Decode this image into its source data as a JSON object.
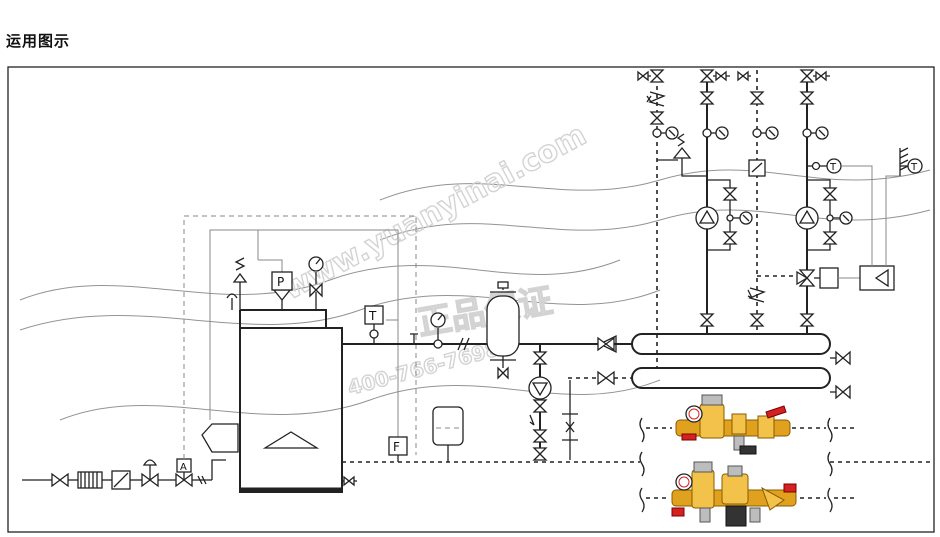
{
  "section_title": "运用图示",
  "labels": {
    "pressure_switch": "P",
    "temperature_sensor": "T",
    "flow_meter": "F",
    "controller": "A",
    "return_temp_1": "T",
    "return_temp_2": "T"
  },
  "watermark": {
    "url": "www.yuanyinai.com",
    "phone": "400-766-7698",
    "badge": "正品保证"
  }
}
